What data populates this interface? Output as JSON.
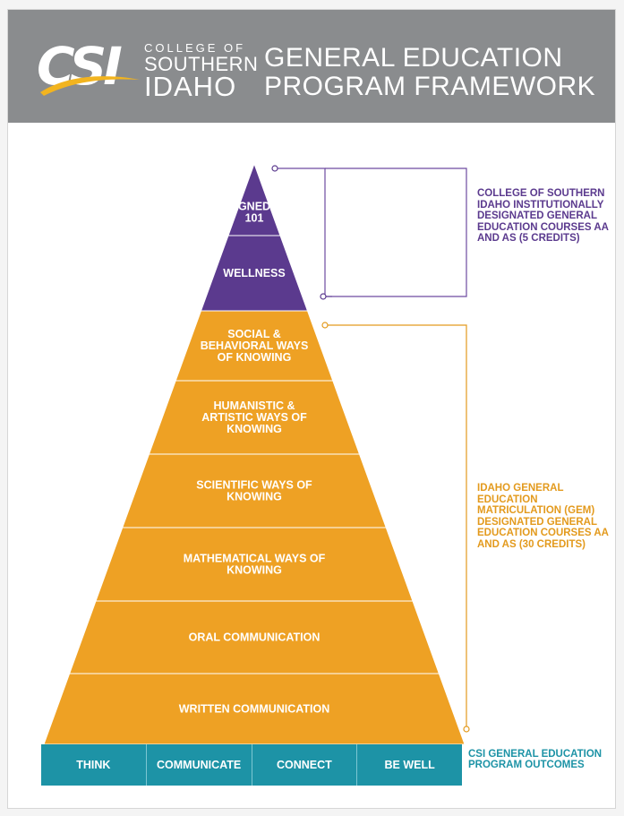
{
  "header": {
    "logo_mark": "CSI",
    "logo_line1": "COLLEGE OF",
    "logo_line2": "SOUTHERN",
    "logo_line3": "IDAHO",
    "title_line1": "GENERAL EDUCATION",
    "title_line2": "PROGRAM FRAMEWORK"
  },
  "pyramid": {
    "tiers": [
      {
        "lines": [
          "GNED",
          "101"
        ],
        "group": "csi"
      },
      {
        "lines": [
          "WELLNESS"
        ],
        "group": "csi"
      },
      {
        "lines": [
          "SOCIAL &",
          "BEHAVIORAL WAYS",
          "OF KNOWING"
        ],
        "group": "gem"
      },
      {
        "lines": [
          "HUMANISTIC &",
          "ARTISTIC WAYS OF",
          "KNOWING"
        ],
        "group": "gem"
      },
      {
        "lines": [
          "SCIENTIFIC WAYS OF",
          "KNOWING"
        ],
        "group": "gem"
      },
      {
        "lines": [
          "MATHEMATICAL WAYS OF",
          "KNOWING"
        ],
        "group": "gem"
      },
      {
        "lines": [
          "ORAL COMMUNICATION"
        ],
        "group": "gem"
      },
      {
        "lines": [
          "WRITTEN COMMUNICATION"
        ],
        "group": "gem"
      }
    ]
  },
  "notes": {
    "csi_courses": "COLLEGE OF SOUTHERN IDAHO INSTITUTIONALLY DESIGNATED GENERAL EDUCATION COURSES AA AND AS (5 CREDITS)",
    "gem_courses": "IDAHO GENERAL EDUCATION MATRICULATION (GEM) DESIGNATED GENERAL EDUCATION COURSES AA AND AS (30 CREDITS)"
  },
  "outcomes": {
    "items": [
      "THINK",
      "COMMUNICATE",
      "CONNECT",
      "BE WELL"
    ],
    "label": "CSI GENERAL EDUCATION PROGRAM OUTCOMES"
  },
  "colors": {
    "header_bg": "#8a8c8e",
    "purple": "#5b3a8e",
    "purple_light": "#6d4ba0",
    "orange": "#eea124",
    "orange_note": "#e39a1d",
    "teal": "#1d93a6",
    "swoosh": "#f2b41f"
  }
}
